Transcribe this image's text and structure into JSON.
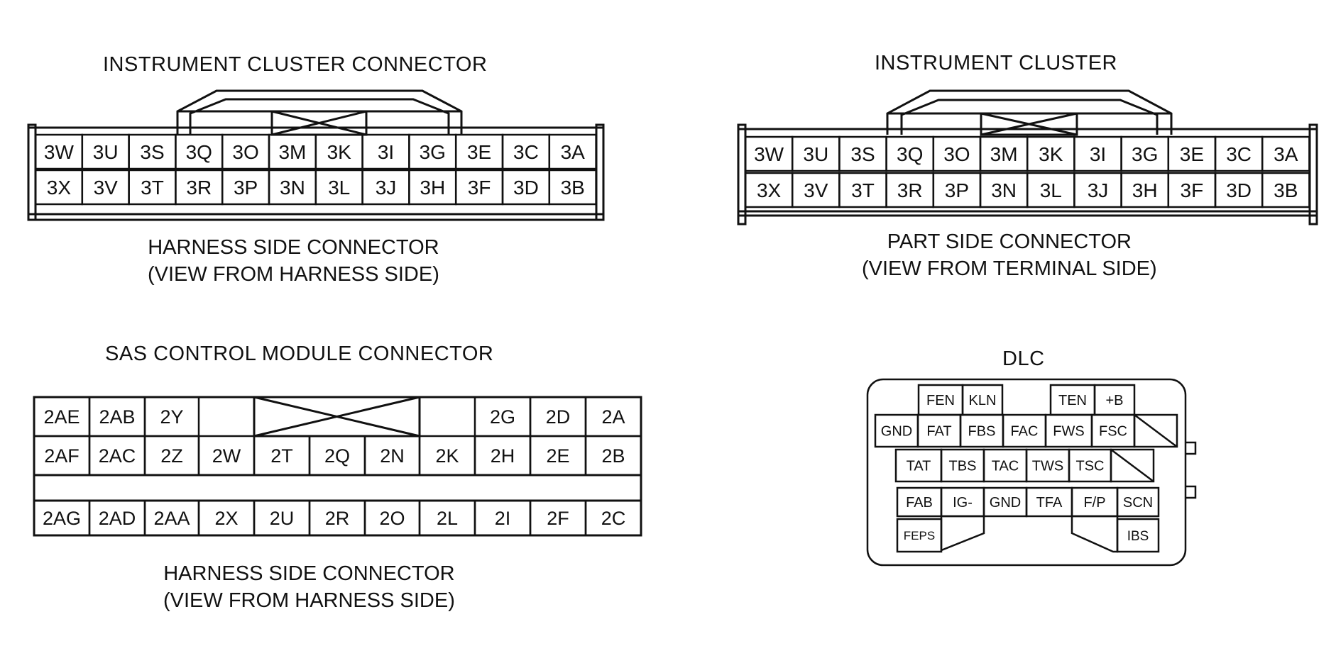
{
  "diagrams": {
    "cluster_harness": {
      "title": "INSTRUMENT CLUSTER CONNECTOR",
      "caption_line1": "HARNESS SIDE CONNECTOR",
      "caption_line2": "(VIEW FROM HARNESS SIDE)",
      "row1": [
        "3W",
        "3U",
        "3S",
        "3Q",
        "3O",
        "3M",
        "3K",
        "3I",
        "3G",
        "3E",
        "3C",
        "3A"
      ],
      "row2": [
        "3X",
        "3V",
        "3T",
        "3R",
        "3P",
        "3N",
        "3L",
        "3J",
        "3H",
        "3F",
        "3D",
        "3B"
      ]
    },
    "cluster_part": {
      "title": "INSTRUMENT CLUSTER",
      "caption_line1": "PART SIDE CONNECTOR",
      "caption_line2": "(VIEW FROM TERMINAL SIDE)",
      "row1": [
        "3W",
        "3U",
        "3S",
        "3Q",
        "3O",
        "3M",
        "3K",
        "3I",
        "3G",
        "3E",
        "3C",
        "3A"
      ],
      "row2": [
        "3X",
        "3V",
        "3T",
        "3R",
        "3P",
        "3N",
        "3L",
        "3J",
        "3H",
        "3F",
        "3D",
        "3B"
      ]
    },
    "sas_module": {
      "title": "SAS CONTROL MODULE CONNECTOR",
      "caption_line1": "HARNESS SIDE CONNECTOR",
      "caption_line2": "(VIEW FROM HARNESS SIDE)",
      "row1": [
        "2AE",
        "2AB",
        "2Y",
        "",
        "",
        "",
        "",
        "",
        "2G",
        "2D",
        "2A"
      ],
      "row2": [
        "2AF",
        "2AC",
        "2Z",
        "2W",
        "2T",
        "2Q",
        "2N",
        "2K",
        "2H",
        "2E",
        "2B"
      ],
      "row3": [
        "2AG",
        "2AD",
        "2AA",
        "2X",
        "2U",
        "2R",
        "2O",
        "2L",
        "2I",
        "2F",
        "2C"
      ]
    },
    "dlc": {
      "title": "DLC",
      "pins": [
        "FEN",
        "KLN",
        "TEN",
        "+B",
        "GND",
        "FAT",
        "FBS",
        "FAC",
        "FWS",
        "FSC",
        "TAT",
        "TBS",
        "TAC",
        "TWS",
        "TSC",
        "FAB",
        "IG-",
        "GND",
        "TFA",
        "F/P",
        "SCN",
        "FEPS",
        "IBS"
      ]
    }
  }
}
